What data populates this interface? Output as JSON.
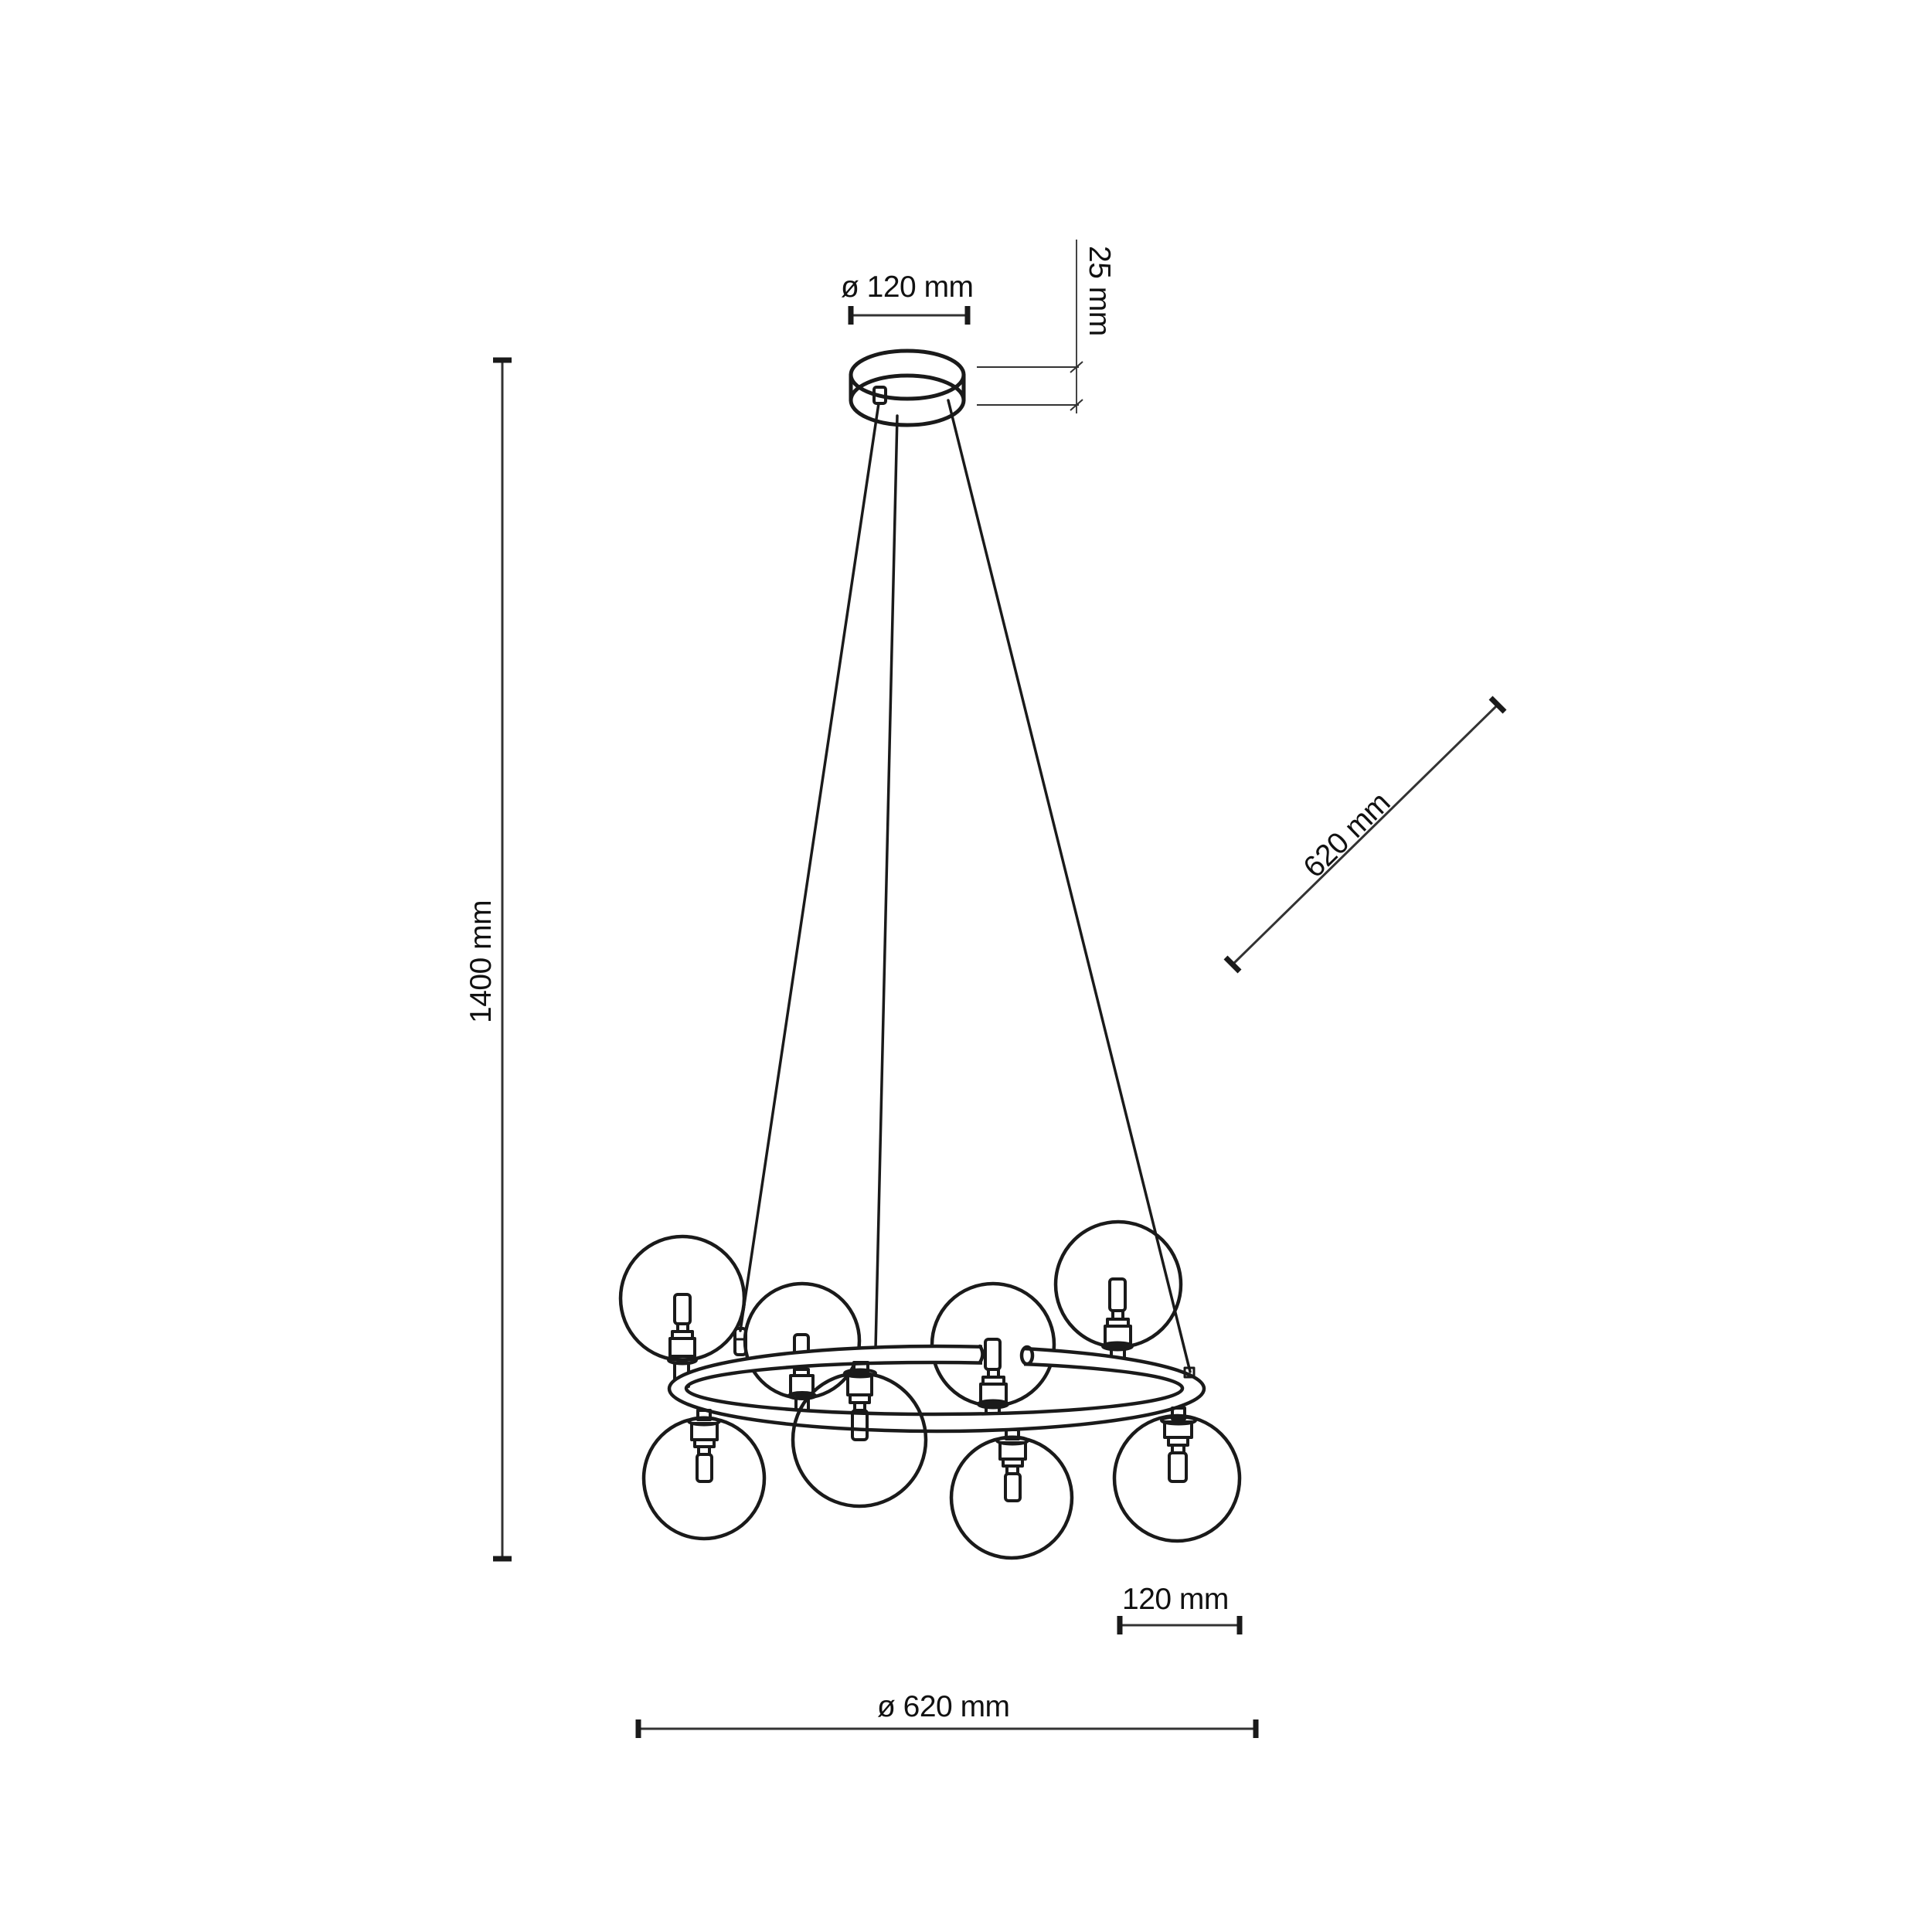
{
  "diagram": {
    "type": "technical-dimension-drawing",
    "subject": "ring pendant lamp with 9 glass globes",
    "line_color": "#1a1a1a",
    "background": "#ffffff",
    "globe_count": 9
  },
  "dimensions": {
    "canopy_diameter": {
      "label": "ø 120 mm",
      "value_mm": 120,
      "kind": "diameter"
    },
    "canopy_height": {
      "label": "25 mm",
      "value_mm": 25,
      "kind": "height"
    },
    "total_height": {
      "label": "1400 mm",
      "value_mm": 1400,
      "kind": "height"
    },
    "depth_diagonal": {
      "label": "620 mm",
      "value_mm": 620,
      "kind": "depth"
    },
    "globe_diameter": {
      "label": "120 mm",
      "value_mm": 120,
      "kind": "width"
    },
    "ring_diameter": {
      "label": "ø 620 mm",
      "value_mm": 620,
      "kind": "diameter"
    }
  }
}
